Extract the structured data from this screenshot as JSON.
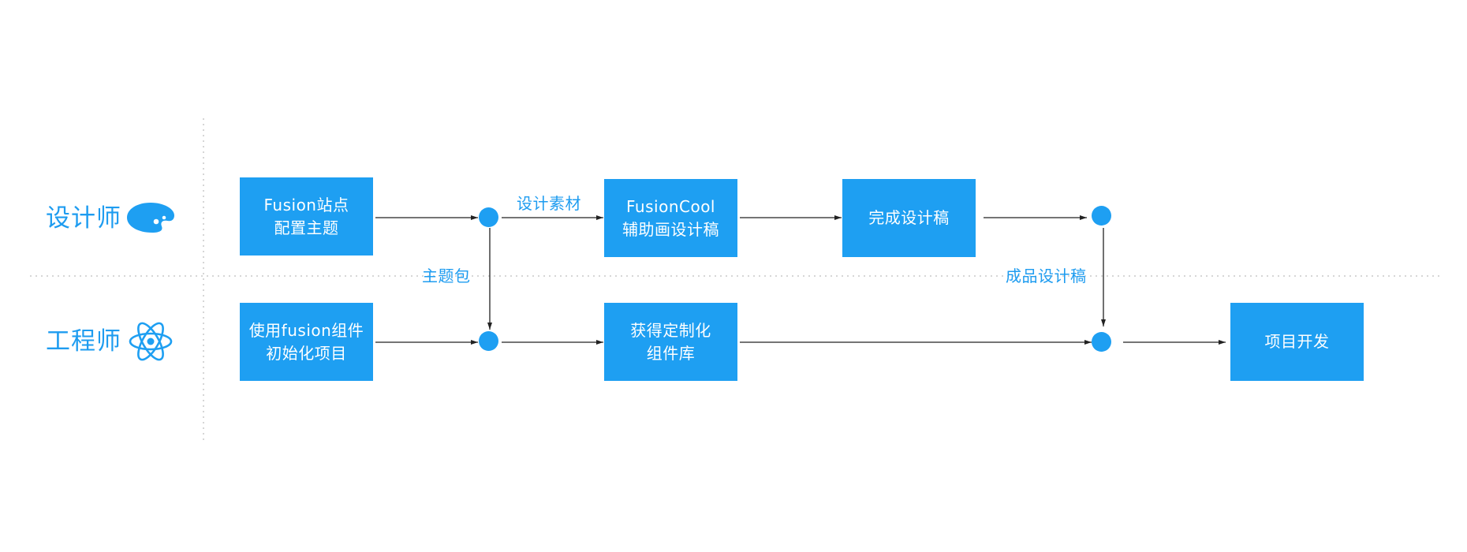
{
  "lanes": {
    "designer": {
      "label": "设计师",
      "icon": "palette-icon"
    },
    "engineer": {
      "label": "工程师",
      "icon": "atom-icon"
    }
  },
  "boxes": {
    "fusion_site": {
      "lines": [
        "Fusion站点",
        "配置主题"
      ]
    },
    "fusioncool": {
      "lines": [
        "FusionCool",
        "辅助画设计稿"
      ]
    },
    "finish_design": {
      "lines": [
        "完成设计稿"
      ]
    },
    "init_project": {
      "lines": [
        "使用fusion组件",
        "初始化项目"
      ]
    },
    "custom_lib": {
      "lines": [
        "获得定制化",
        "组件库"
      ]
    },
    "project_dev": {
      "lines": [
        "项目开发"
      ]
    }
  },
  "edge_labels": {
    "design_assets": "设计素材",
    "theme_pack": "主题包",
    "final_design": "成品设计稿"
  },
  "colors": {
    "accent": "#1e9ff2",
    "line": "#222222",
    "divider": "#c8c8c8"
  }
}
